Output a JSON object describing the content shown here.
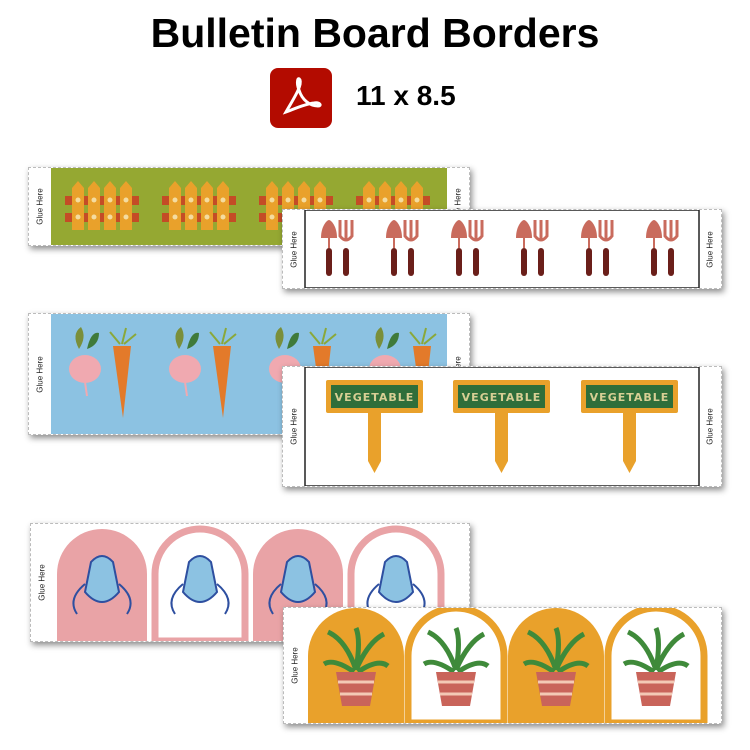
{
  "title": "Bulletin Board Borders",
  "size_label": "11 x 8.5",
  "glue_label": "Glue Here",
  "sign_label": "VEGETABLE",
  "icons": {
    "file": "pdf-icon"
  },
  "colors": {
    "green": "#95a832",
    "blue": "#8cc2e2",
    "pink": "#e9a3a6",
    "orange": "#e9a12b",
    "sign": "#2f6e3a",
    "pdf": "#b30b00"
  }
}
